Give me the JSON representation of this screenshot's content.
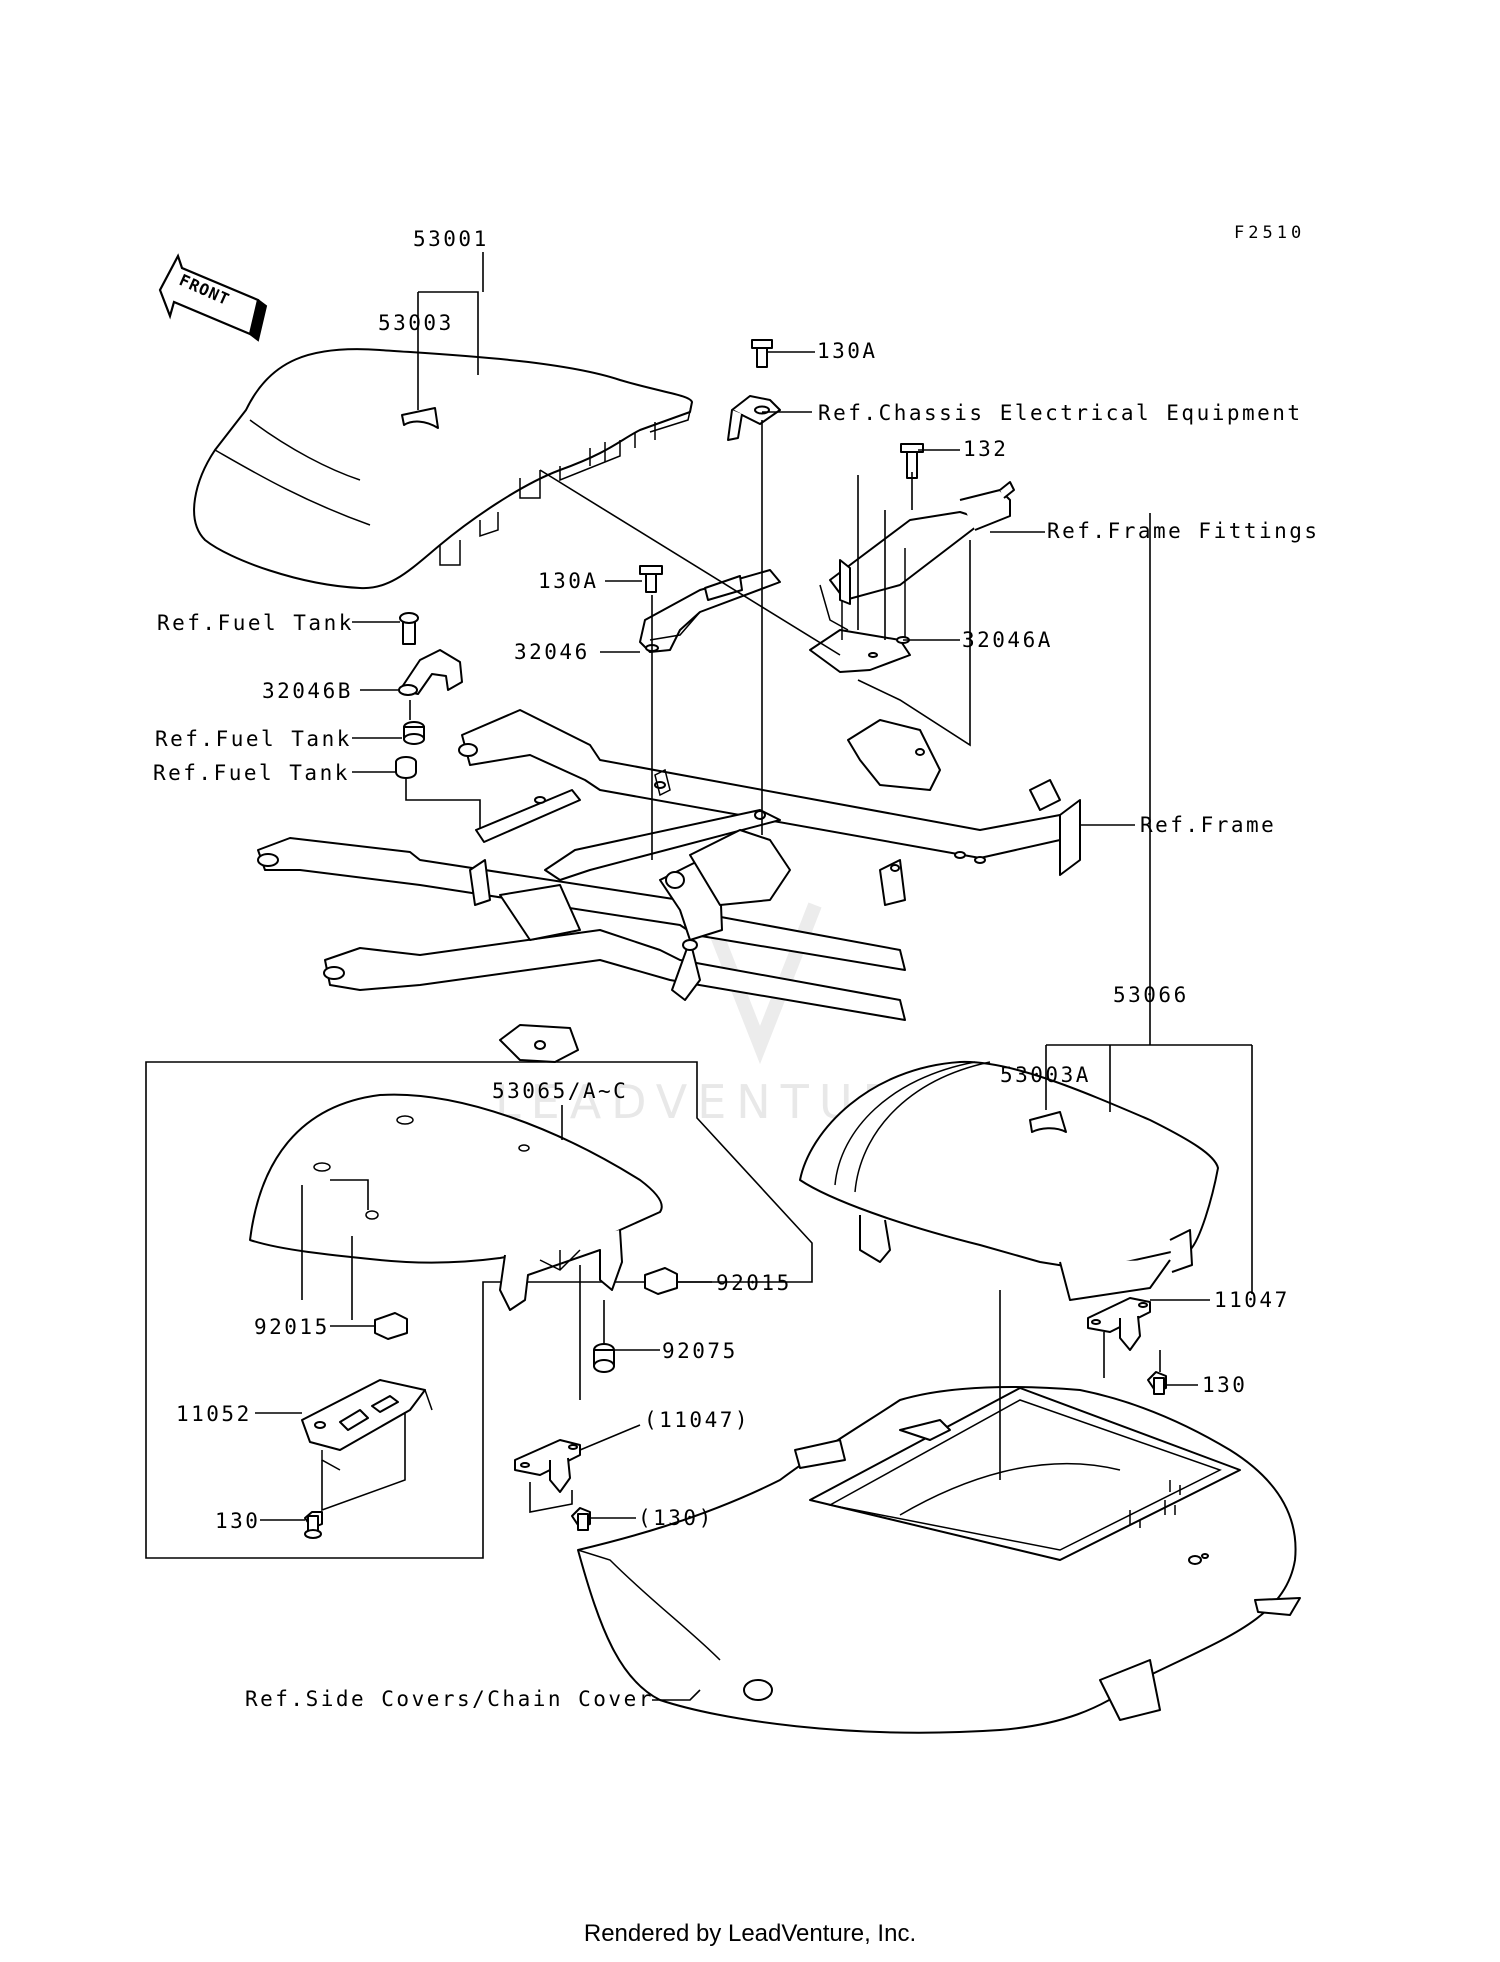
{
  "diagram": {
    "code": "F2510",
    "front_label": "FRONT",
    "watermark": "LEADVENTURE",
    "labels": {
      "p53001": "53001",
      "p53003": "53003",
      "p130A_top": "130A",
      "ref_chassis": "Ref.Chassis Electrical Equipment",
      "p132": "132",
      "ref_frame_fittings": "Ref.Frame Fittings",
      "p130A_mid": "130A",
      "ref_fuel_tank_1": "Ref.Fuel Tank",
      "p32046": "32046",
      "p32046A": "32046A",
      "p32046B": "32046B",
      "ref_fuel_tank_2": "Ref.Fuel Tank",
      "ref_fuel_tank_3": "Ref.Fuel Tank",
      "ref_frame": "Ref.Frame",
      "p53066": "53066",
      "p53003A": "53003A",
      "p53065": "53065/A~C",
      "p92015_right": "92015",
      "p92015_left": "92015",
      "p92075": "92075",
      "p11047": "11047",
      "p11052": "11052",
      "p11047_paren": "(11047)",
      "p130": "130",
      "p130_left": "130",
      "p130_paren": "(130)",
      "ref_side_covers": "Ref.Side Covers/Chain Cover"
    }
  },
  "footer": {
    "text": "Rendered by LeadVenture, Inc."
  }
}
